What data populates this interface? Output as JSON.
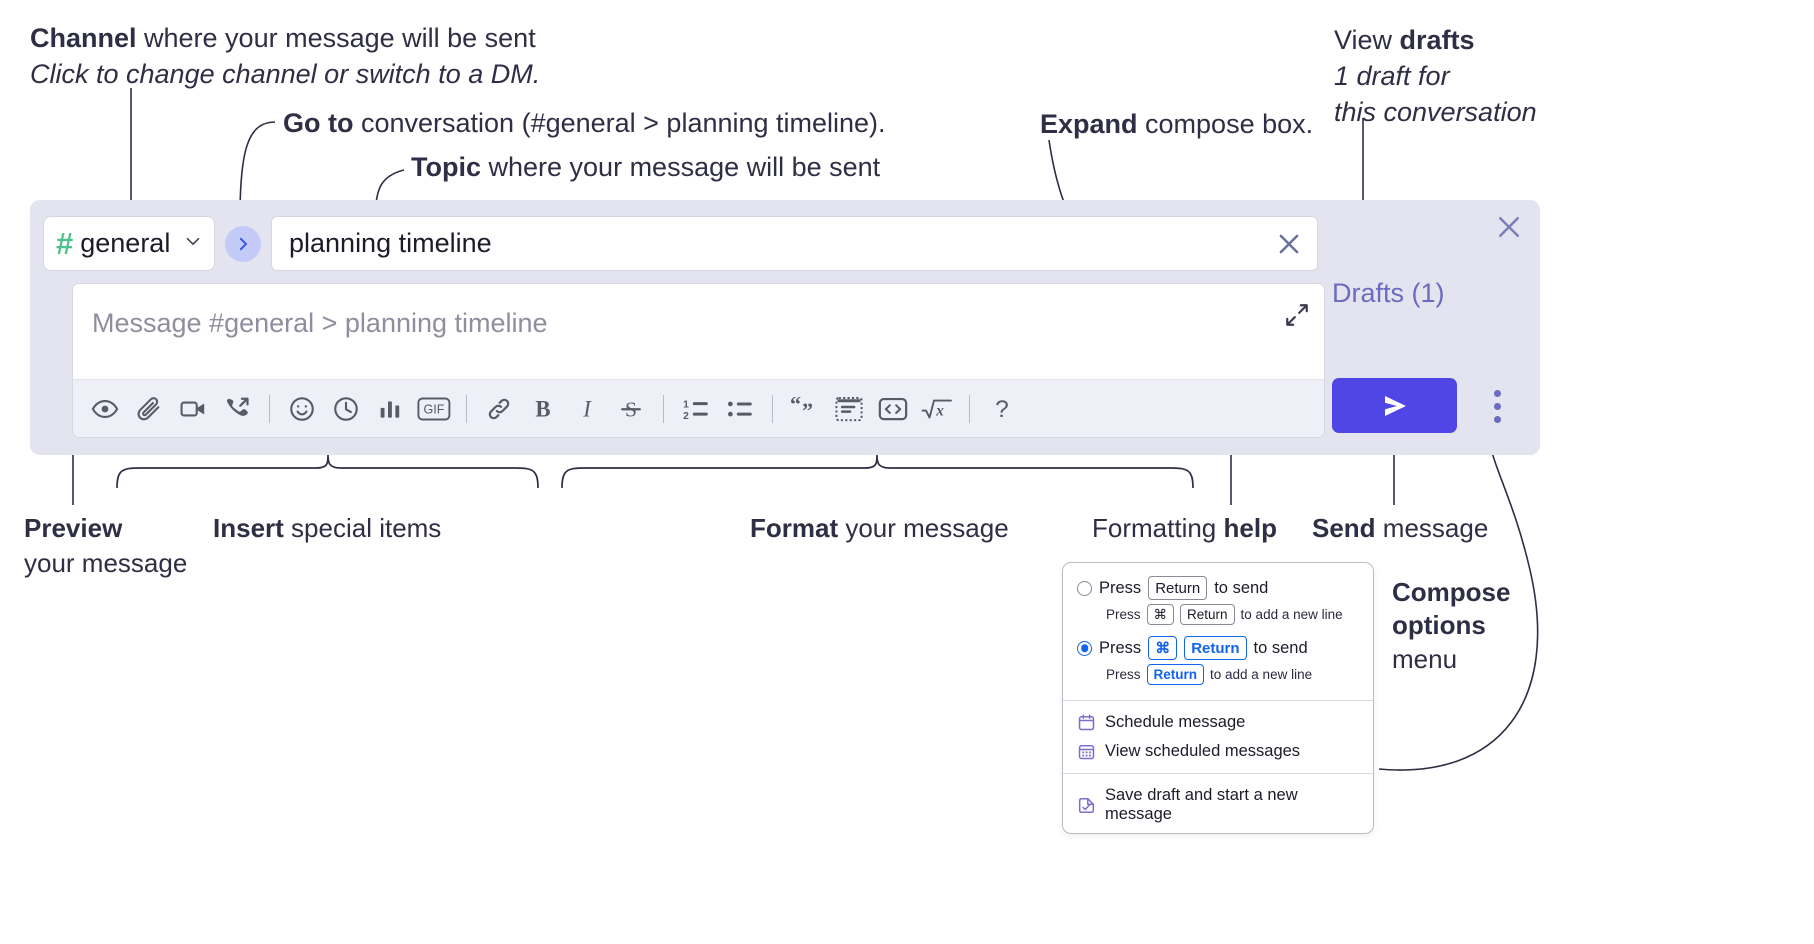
{
  "annotations": {
    "channel": {
      "bold": "Channel",
      "rest": " where your message will be sent",
      "italic": "Click to change channel or switch to a DM."
    },
    "goto": {
      "bold": "Go to",
      "rest": " conversation (#general > planning timeline)."
    },
    "topic": {
      "bold": "Topic",
      "rest": " where your message will be sent"
    },
    "expand": {
      "bold": "Expand",
      "rest": " compose box."
    },
    "drafts": {
      "lead": "View ",
      "bold": "drafts",
      "italic1": "1 draft for",
      "italic2": "this conversation"
    },
    "preview": {
      "bold": "Preview",
      "line2": "your message"
    },
    "insert": {
      "bold": "Insert",
      "rest": " special items"
    },
    "format": {
      "bold": "Format",
      "rest": " your message"
    },
    "help": {
      "lead": "Formatting ",
      "bold": "help"
    },
    "send": {
      "bold": "Send",
      "rest": " message"
    },
    "compose_menu": {
      "bold1": "Compose",
      "bold2": "options",
      "rest": "menu"
    }
  },
  "compose": {
    "channel_name": "general",
    "hash_symbol": "#",
    "topic_value": "planning timeline",
    "message_placeholder": "Message #general > planning timeline",
    "drafts_label": "Drafts (1)",
    "toolbar": [
      {
        "name": "preview-icon",
        "label": "Preview"
      },
      {
        "name": "attachment-icon",
        "label": "Attach file"
      },
      {
        "name": "video-icon",
        "label": "Record video clip"
      },
      {
        "name": "huddle-icon",
        "label": "Record audio clip"
      },
      {
        "name": "emoji-icon",
        "label": "Emoji"
      },
      {
        "name": "clock-icon",
        "label": "Recent"
      },
      {
        "name": "poll-icon",
        "label": "Poll"
      },
      {
        "name": "gif-icon",
        "label": "GIF"
      },
      {
        "name": "link-icon",
        "label": "Link"
      },
      {
        "name": "bold-icon",
        "label": "B"
      },
      {
        "name": "italic-icon",
        "label": "I"
      },
      {
        "name": "strikethrough-icon",
        "label": "S"
      },
      {
        "name": "ordered-list-icon",
        "label": "Ordered list"
      },
      {
        "name": "bulleted-list-icon",
        "label": "Bulleted list"
      },
      {
        "name": "blockquote-icon",
        "label": "Blockquote"
      },
      {
        "name": "code-block-icon",
        "label": "Code block"
      },
      {
        "name": "code-icon",
        "label": "Code"
      },
      {
        "name": "math-icon",
        "label": "Math"
      },
      {
        "name": "help-icon",
        "label": "?"
      }
    ]
  },
  "menu": {
    "option1": {
      "pre": "Press",
      "key": "Return",
      "post": "to send",
      "sub_pre": "Press",
      "sub_key1": "⌘",
      "sub_key2": "Return",
      "sub_post": "to add a new line",
      "selected": false
    },
    "option2": {
      "pre": "Press",
      "key1": "⌘",
      "key2": "Return",
      "post": "to send",
      "sub_pre": "Press",
      "sub_key": "Return",
      "sub_post": "to add a new line",
      "selected": true
    },
    "items": [
      {
        "icon": "calendar-icon",
        "label": "Schedule message"
      },
      {
        "icon": "calendar-grid-icon",
        "label": "View scheduled messages"
      },
      {
        "icon": "save-draft-icon",
        "label": "Save draft and start a new message"
      }
    ]
  },
  "colors": {
    "panel_bg": "#e3e4f0",
    "send_button": "#4f46e5",
    "hash_green": "#4cc38a",
    "goto_bg": "#c3caf7",
    "drafts_text": "#6b6bbf",
    "accent_blue": "#1264f0"
  }
}
